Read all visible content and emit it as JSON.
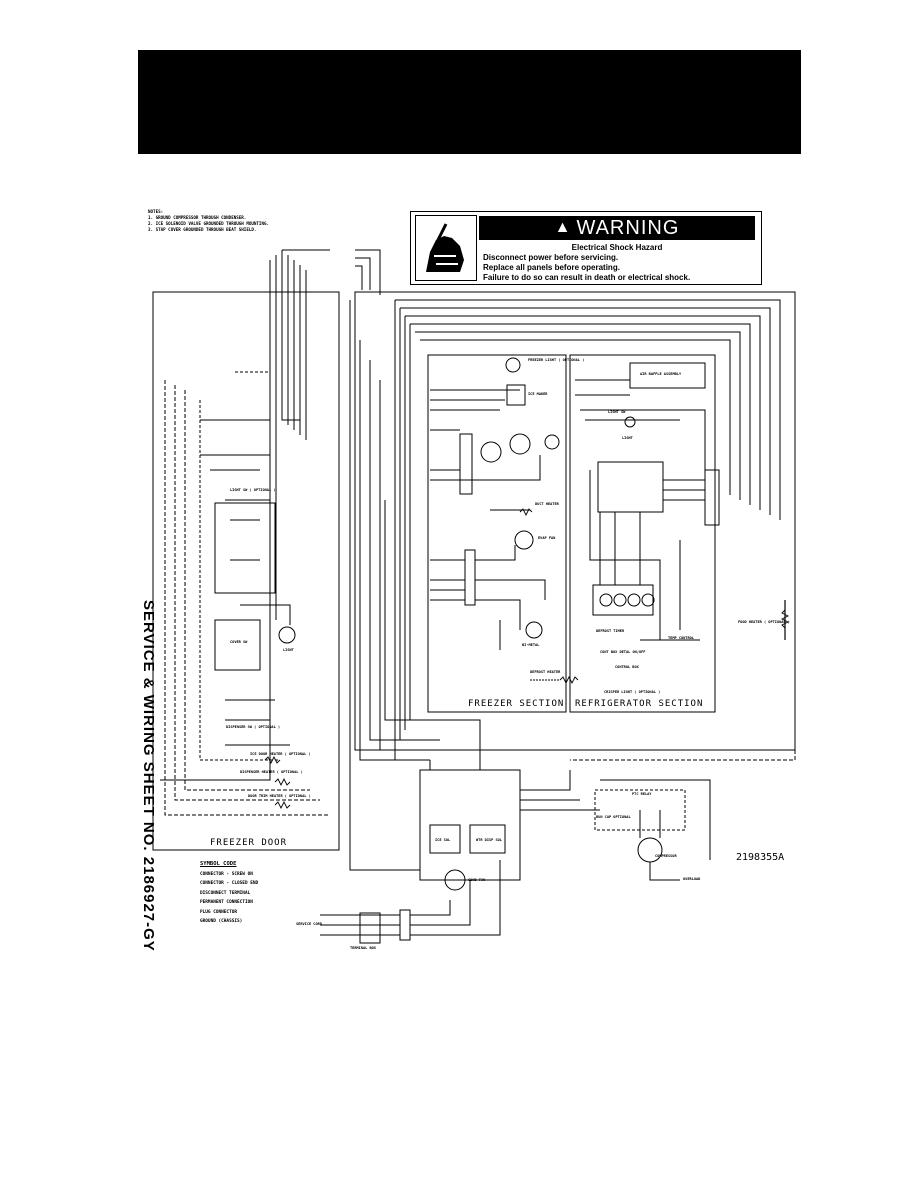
{
  "header_bar": {
    "color": "#000000"
  },
  "notes": {
    "title": "NOTES:",
    "lines": [
      "1.   GROUND COMPRESSOR THROUGH CONDENSER.",
      "2.   ICE SOLENOID VALVE GROUNDED THROUGH MOUNTING.",
      "3.   STAP COVER GROUNDED THROUGH BEAT SHIELD."
    ]
  },
  "warning": {
    "icon": "shock-hazard-icon",
    "heading": "WARNING",
    "title": "Electrical Shock Hazard",
    "lines": [
      "Disconnect power before servicing.",
      "Replace all panels before operating.",
      "Failure to do so can result in death or electrical shock."
    ]
  },
  "side_title": "SERVICE & WIRING SHEET NO. 2186927-GY",
  "sections": {
    "freezer_door": "FREEZER DOOR",
    "freezer_section": "FREEZER SECTION",
    "refrigerator_section": "REFRIGERATOR SECTION"
  },
  "part_number": "2198355A",
  "component_labels": {
    "freezer_light": "FREEZER LIGHT ( OPTIONAL )",
    "ice_maker": "ICE MAKER",
    "air_baffle": "AIR BAFFLE ASSEMBLY",
    "light_sw": "LIGHT SW",
    "light": "LIGHT",
    "damper_heater": "DUCT HEATER",
    "evap_fan": "EVAP FAN",
    "freezer_light_sw": "LIGHT SW ( OPTIONAL )",
    "bimetal": "BI-METAL",
    "defrost_heater": "DEFROST HEATER",
    "defrost_timer": "DEFROST TIMER",
    "cont_box": "CONT BOX DETAL ON/OFF",
    "control_box": "CONTROL BOX",
    "crisper_light": "CRISPER LIGHT ( OPTIONAL )",
    "temp_control": "TEMP CONTROL",
    "mullion_heater": "FOOD HEATER ( OPTIONAL )",
    "ice_sol": "ICE SOL",
    "wtr_disp_sol": "WTR DISP SOL",
    "cond_fan": "COND FAN",
    "ptc_relay": "PTC RELAY",
    "run_cap": "RUN CAP OPTIONAL",
    "compressor": "COMPRESSOR",
    "overload": "OVERLOAD",
    "service_cord": "SERVICE CORD",
    "terminal_box": "TERMINAL BOX",
    "light_door": "LIGHT",
    "dispenser_heater": "DISPENSER HEATER ( OPTIONAL )",
    "door_heater": "DOOR TRIM HEATER ( OPTIONAL )",
    "ice_door_heater": "ICE DOOR HEATER ( OPTIONAL )",
    "light_sw_opt": "LIGHT SW ( OPTIONAL )",
    "cover_sw": "COVER SW",
    "disp_sw": "DISPENSER SW ( OPTIONAL )"
  },
  "symbol_code": {
    "title": "SYMBOL CODE",
    "items": [
      "CONNECTOR - SCREW ON",
      "CONNECTOR - CLOSED END",
      "DISCONNECT TERMINAL",
      "PERMANENT CONNECTION",
      "PLUG CONNECTOR",
      "GROUND (CHASSIS)"
    ]
  }
}
